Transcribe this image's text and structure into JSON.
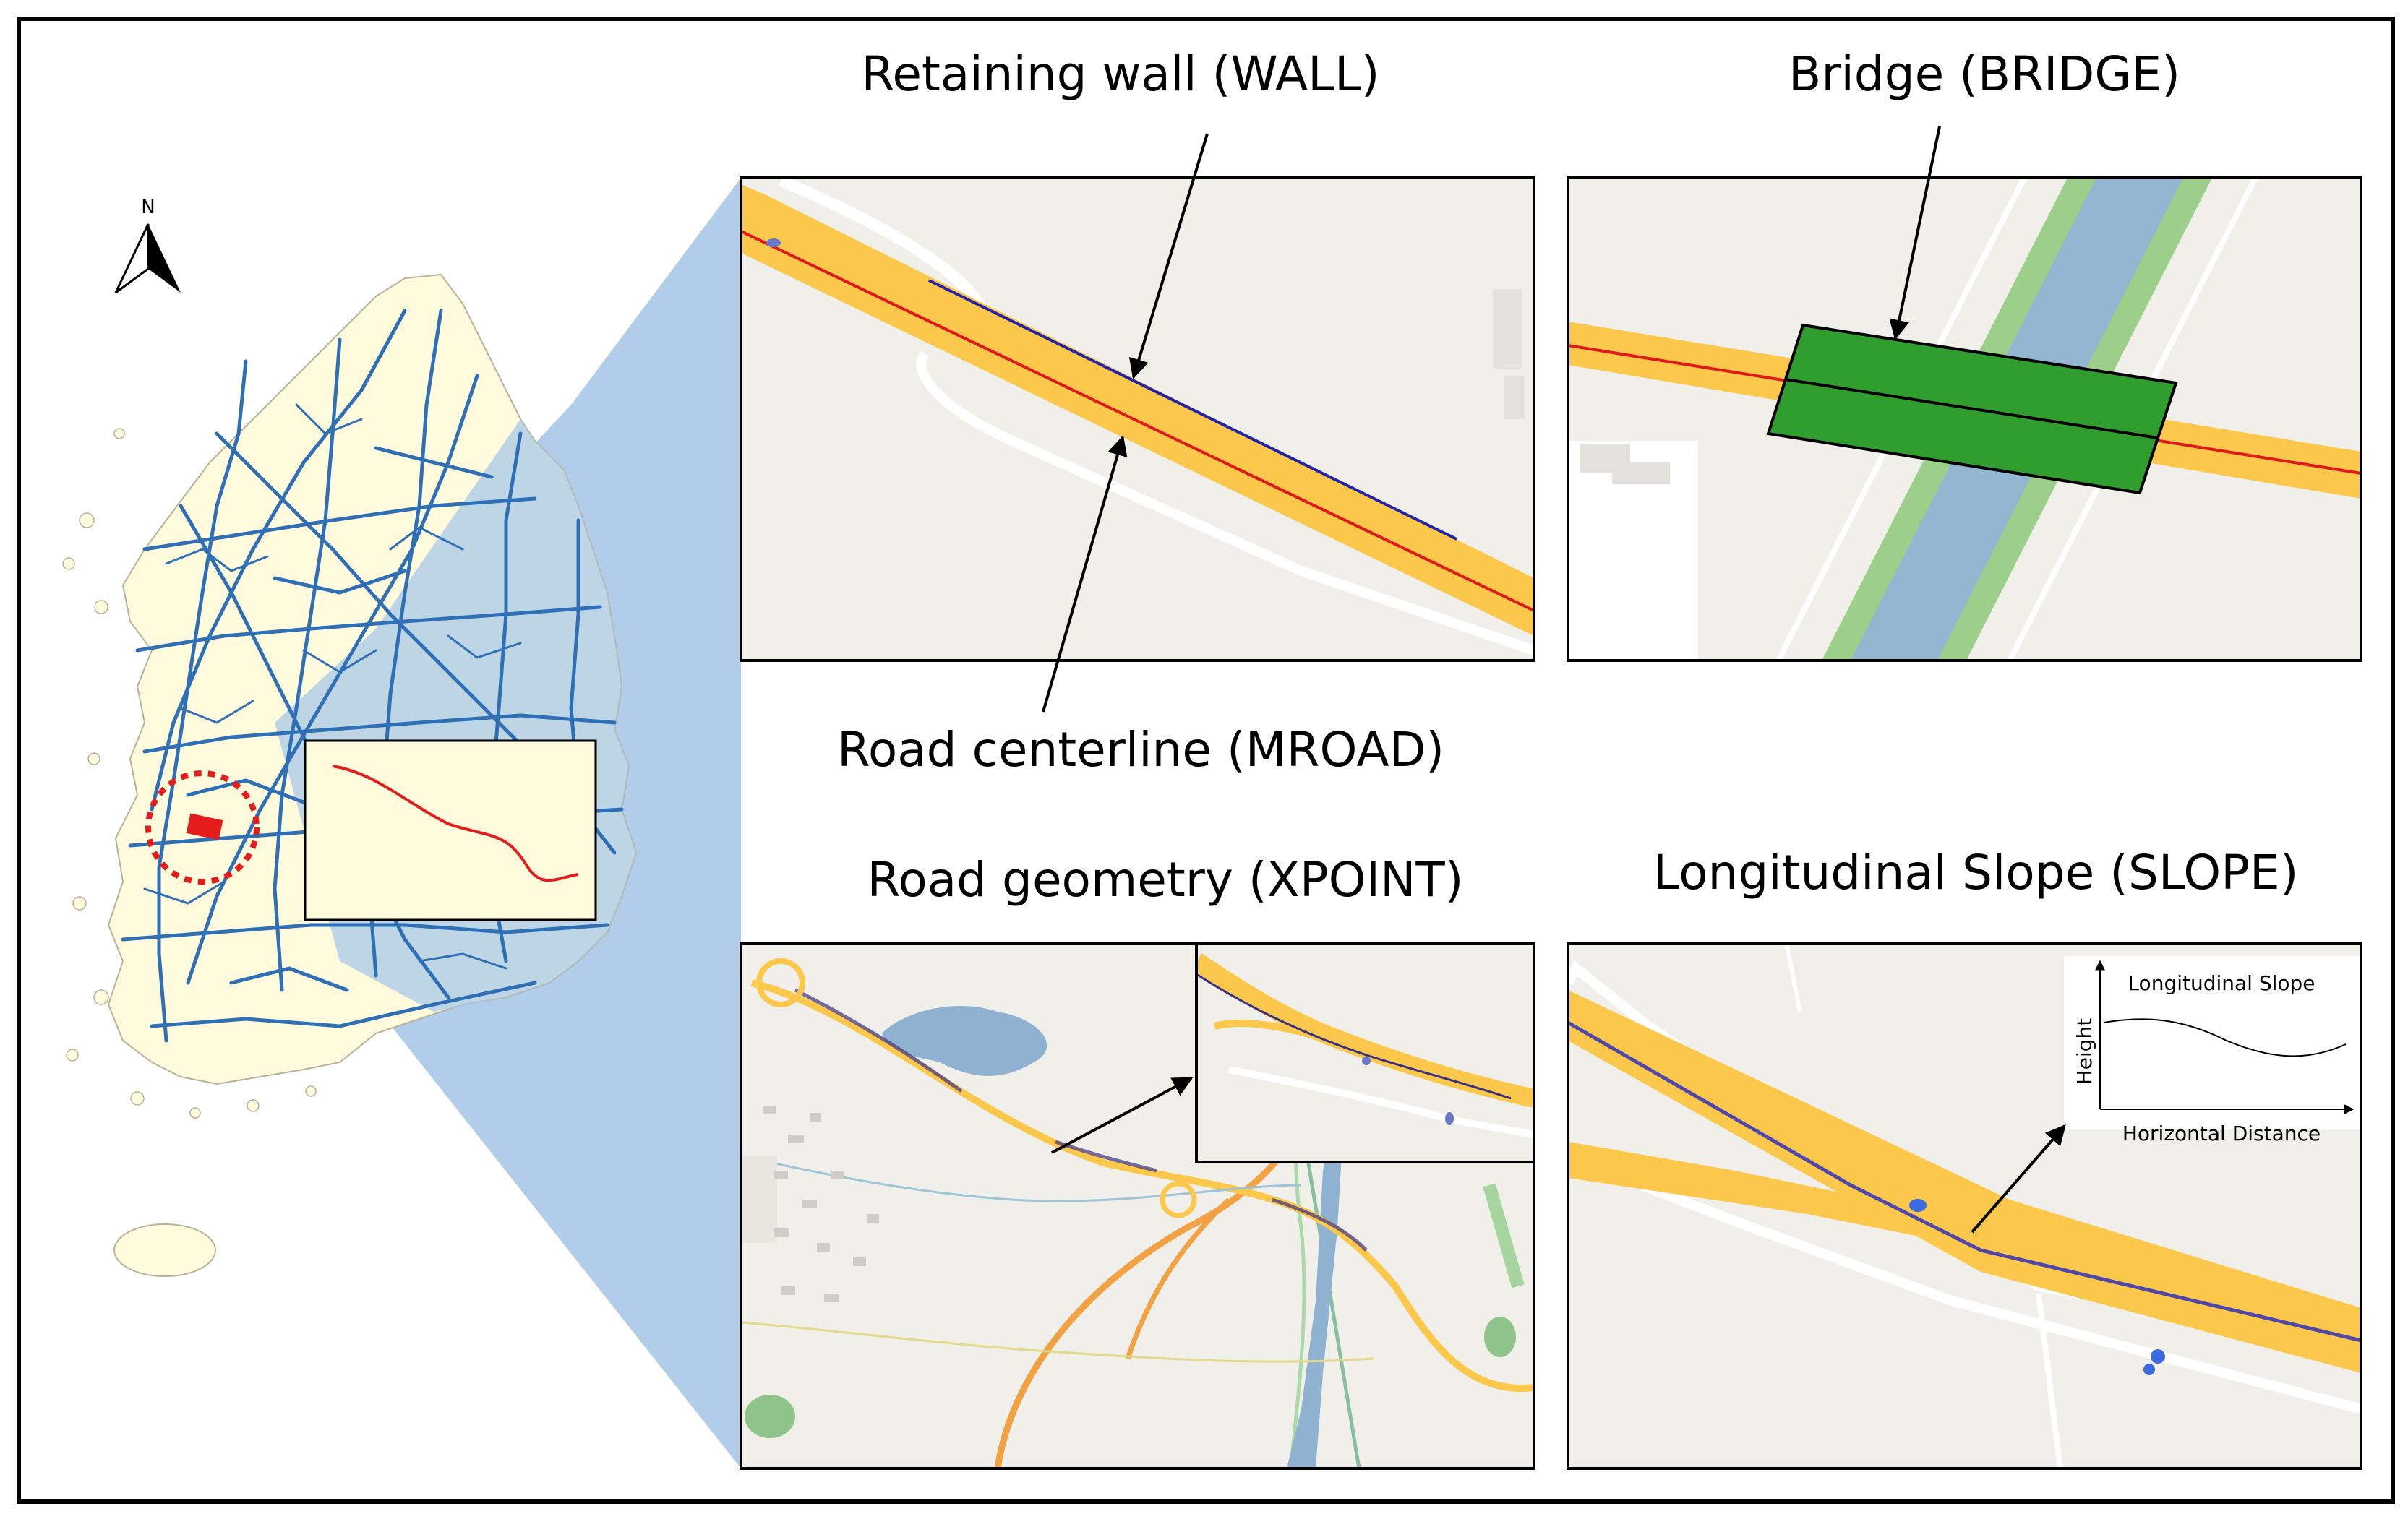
{
  "overview": {
    "north_label": "N",
    "land_color": "#fffbdc",
    "road_network_color": "#2e6fb5",
    "zoom_region_color": "#a8c8e8",
    "highlight_color": "#e51c1c"
  },
  "labels": {
    "wall": "Retaining wall (WALL)",
    "bridge": "Bridge (BRIDGE)",
    "mroad": "Road centerline (MROAD)",
    "xpoint": "Road geometry (XPOINT)",
    "slope": "Longitudinal Slope (SLOPE)"
  },
  "slope_chart": {
    "title": "Longitudinal Slope",
    "y_label": "Height",
    "x_label": "Horizontal Distance"
  },
  "colors": {
    "road_fill": "#fcc84c",
    "centerline": "#e01818",
    "wall_line": "#2222aa",
    "bridge_fill": "#2f9e2f",
    "river": "#93b7d1",
    "river_bank": "#9ccf8a",
    "map_bg": "#f1efe9"
  }
}
